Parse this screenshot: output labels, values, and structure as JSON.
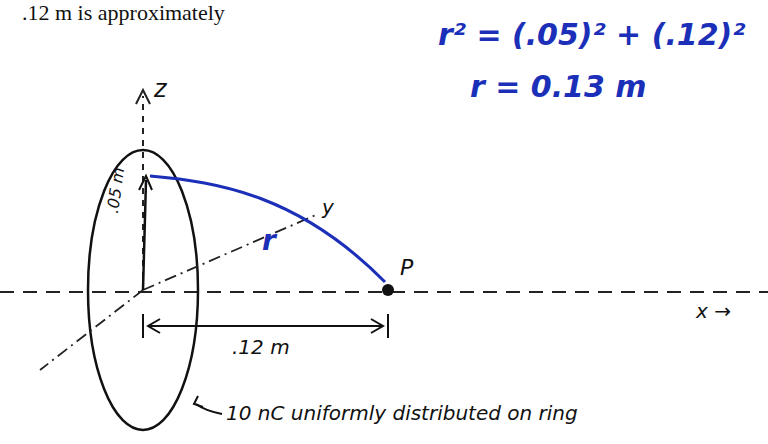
{
  "diagram": {
    "labels": [
      ".12 m is approximately",
      "r² = (.05)² + (.12)²",
      "r = 0.13 m",
      "z",
      "y",
      ".05 m",
      "r",
      "P",
      ".12 m",
      "x →",
      "10 nC uniformly distributed on ring"
    ]
  }
}
